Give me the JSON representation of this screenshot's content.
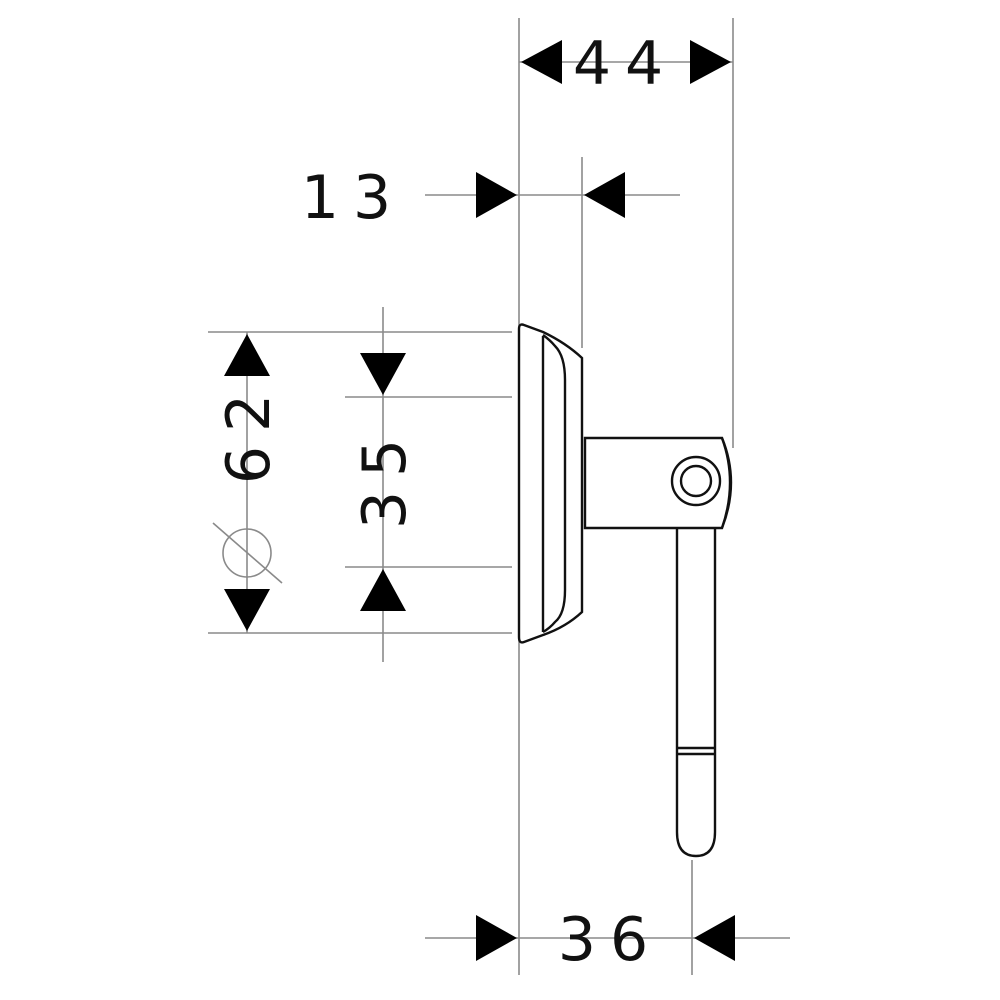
{
  "drawing": {
    "colors": {
      "line": "#111111",
      "dimension_line": "#8a8a8a",
      "arrow": "#000000",
      "background": "#ffffff"
    },
    "dimensions": {
      "overall_depth": "44",
      "rosette_thickness": "13",
      "rosette_diameter": "62",
      "rosette_inner": "35",
      "lever_offset": "36",
      "diameter_symbol": "⌀"
    }
  }
}
